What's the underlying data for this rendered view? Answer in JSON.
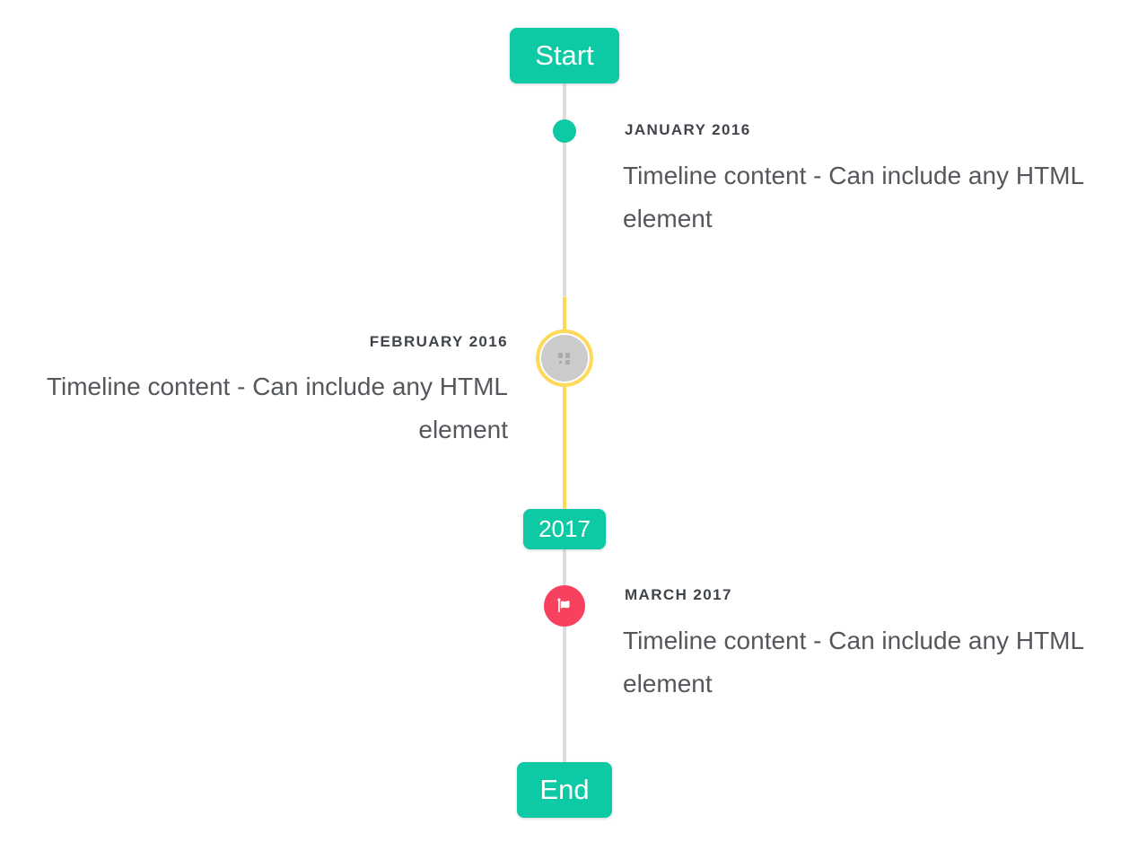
{
  "timeline": {
    "start_badge": "Start",
    "year_badge": "2017",
    "end_badge": "End",
    "items": [
      {
        "date": "JANUARY 2016",
        "content": "Timeline content - Can include any HTML element",
        "side": "right",
        "marker": "teal-dot"
      },
      {
        "date": "FEBRUARY 2016",
        "content": "Timeline content - Can include any HTML element",
        "side": "left",
        "marker": "broken-image-circle"
      },
      {
        "date": "MARCH 2017",
        "content": "Timeline content - Can include any HTML element",
        "side": "right",
        "marker": "flag-circle"
      }
    ],
    "icons": {
      "flag": "flag-icon",
      "february_marker": "broken-image-icon"
    },
    "colors": {
      "accent_teal": "#0dc9a4",
      "highlight_yellow": "#ffd955",
      "flag_red": "#f8415f",
      "line_gray": "#dcdcdc",
      "image_circle_fill": "#cbcbcb",
      "date_text": "#3f444a",
      "content_text": "#54585c",
      "badge_text": "#ffffff"
    }
  }
}
